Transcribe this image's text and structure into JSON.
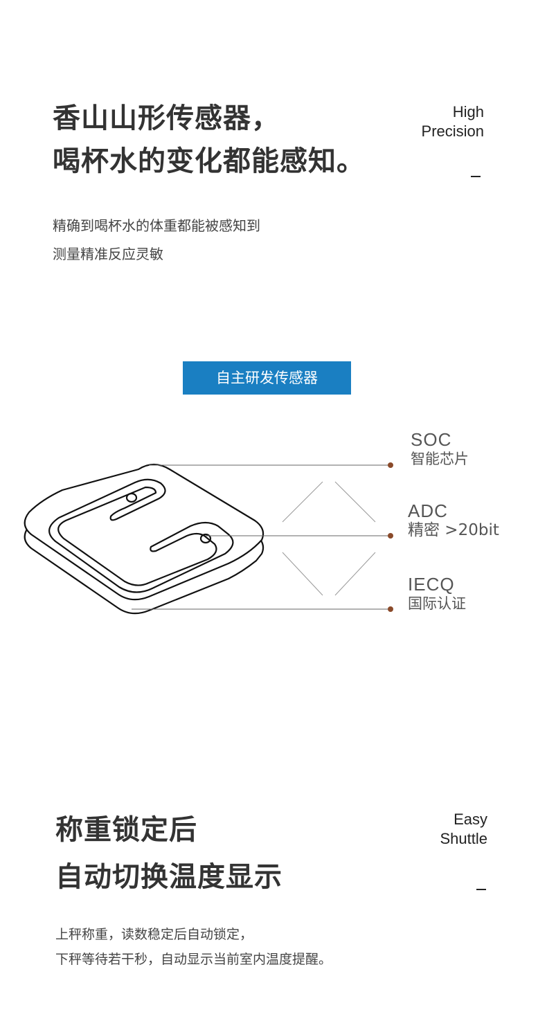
{
  "section1": {
    "title_line1": "香山山形传感器，",
    "title_line2": "喝杯水的变化都能感知。",
    "en_line1": "High",
    "en_line2": "Precision",
    "desc_line1": "精确到喝杯水的体重都能被感知到",
    "desc_line2": "测量精准反应灵敏"
  },
  "sensor": {
    "badge": "自主研发传感器",
    "features": [
      {
        "name": "SOC",
        "desc": "智能芯片"
      },
      {
        "name": "ADC",
        "desc": "精密 >20bit"
      },
      {
        "name": "IECQ",
        "desc": "国际认证"
      }
    ],
    "dot_color": "#8a4a2a",
    "badge_color": "#1a7fc2"
  },
  "section2": {
    "title_line1": "称重锁定后",
    "title_line2": "自动切换温度显示",
    "en_line1": "Easy",
    "en_line2": "Shuttle",
    "desc_line1": "上秤称重，读数稳定后自动锁定，",
    "desc_line2": "下秤等待若干秒，自动显示当前室内温度提醒。"
  }
}
